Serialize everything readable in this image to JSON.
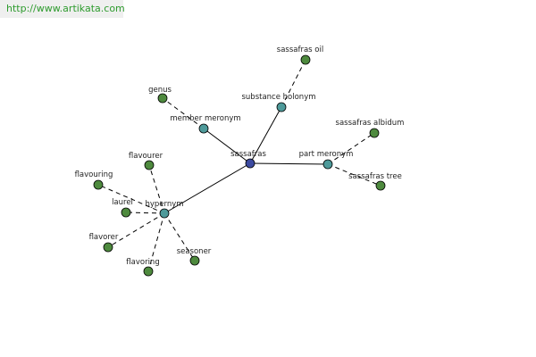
{
  "banner": {
    "url": "http://www.artikata.com"
  },
  "colors": {
    "center": "#3c4aa0",
    "relation": "#4e9a9a",
    "term": "#4e8a3e",
    "edge": "#000000"
  },
  "graph": {
    "nodes": [
      {
        "id": "sassafras",
        "label": "sassafras",
        "type": "center"
      },
      {
        "id": "substance_holonym",
        "label": "substance holonym",
        "type": "relation"
      },
      {
        "id": "member_meronym",
        "label": "member meronym",
        "type": "relation"
      },
      {
        "id": "part_meronym",
        "label": "part meronym",
        "type": "relation"
      },
      {
        "id": "hypernym",
        "label": "hypernym",
        "type": "relation"
      },
      {
        "id": "sassafras_oil",
        "label": "sassafras oil",
        "type": "term"
      },
      {
        "id": "genus",
        "label": "genus",
        "type": "term"
      },
      {
        "id": "sassafras_albidum",
        "label": "sassafras albidum",
        "type": "term"
      },
      {
        "id": "sassafras_tree",
        "label": "sassafras tree",
        "type": "term"
      },
      {
        "id": "flavourer",
        "label": "flavourer",
        "type": "term"
      },
      {
        "id": "flavouring",
        "label": "flavouring",
        "type": "term"
      },
      {
        "id": "laurel",
        "label": "laurel",
        "type": "term"
      },
      {
        "id": "flavorer",
        "label": "flavorer",
        "type": "term"
      },
      {
        "id": "flavoring",
        "label": "flavoring",
        "type": "term"
      },
      {
        "id": "seasoner",
        "label": "seasoner",
        "type": "term"
      }
    ],
    "edges": [
      {
        "from": "sassafras",
        "to": "substance_holonym",
        "style": "solid"
      },
      {
        "from": "sassafras",
        "to": "member_meronym",
        "style": "solid"
      },
      {
        "from": "sassafras",
        "to": "part_meronym",
        "style": "solid"
      },
      {
        "from": "sassafras",
        "to": "hypernym",
        "style": "solid"
      },
      {
        "from": "substance_holonym",
        "to": "sassafras_oil",
        "style": "dashed"
      },
      {
        "from": "member_meronym",
        "to": "genus",
        "style": "dashed"
      },
      {
        "from": "part_meronym",
        "to": "sassafras_albidum",
        "style": "dashed"
      },
      {
        "from": "part_meronym",
        "to": "sassafras_tree",
        "style": "dashed"
      },
      {
        "from": "hypernym",
        "to": "flavourer",
        "style": "dashed"
      },
      {
        "from": "hypernym",
        "to": "flavouring",
        "style": "dashed"
      },
      {
        "from": "hypernym",
        "to": "laurel",
        "style": "dashed"
      },
      {
        "from": "hypernym",
        "to": "flavorer",
        "style": "dashed"
      },
      {
        "from": "hypernym",
        "to": "flavoring",
        "style": "dashed"
      },
      {
        "from": "hypernym",
        "to": "seasoner",
        "style": "dashed"
      }
    ]
  }
}
